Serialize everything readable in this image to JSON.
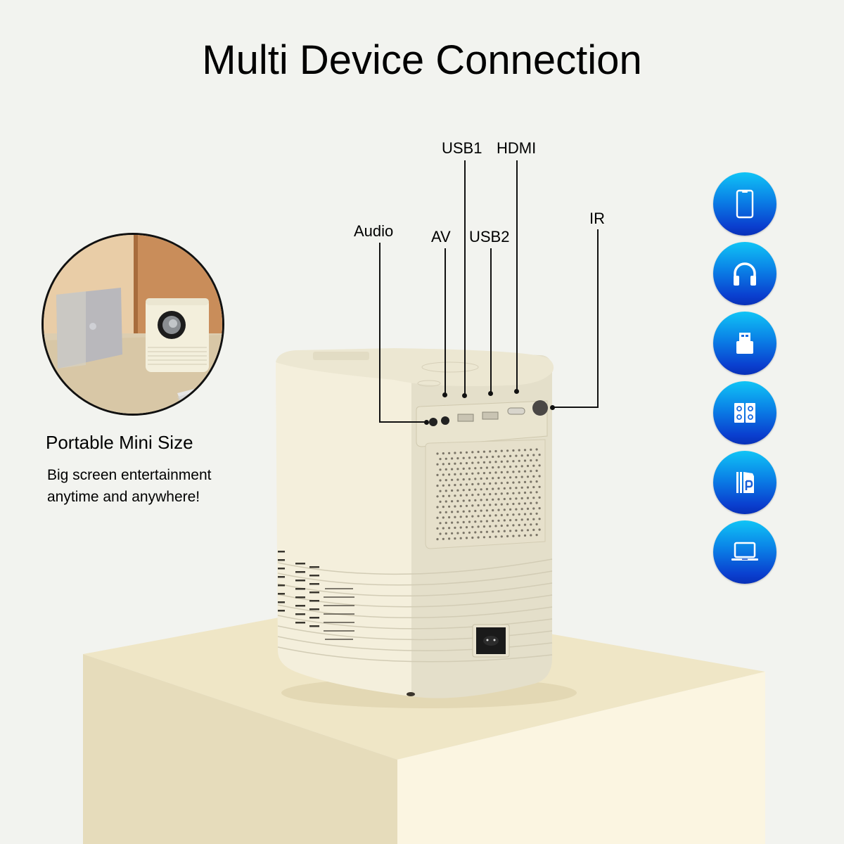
{
  "header": {
    "title": "Multi Device Connection"
  },
  "ports": {
    "labels": [
      {
        "id": "audio",
        "label": "Audio"
      },
      {
        "id": "av",
        "label": "AV"
      },
      {
        "id": "usb1",
        "label": "USB1"
      },
      {
        "id": "usb2",
        "label": "USB2"
      },
      {
        "id": "hdmi",
        "label": "HDMI"
      },
      {
        "id": "ir",
        "label": "IR"
      }
    ]
  },
  "inset": {
    "title": "Portable Mini Size",
    "description_line1": "Big screen entertainment",
    "description_line2": "anytime and anywhere!"
  },
  "device_icons": [
    {
      "name": "smartphone-icon"
    },
    {
      "name": "headphones-icon"
    },
    {
      "name": "usb-drive-icon"
    },
    {
      "name": "speakers-icon"
    },
    {
      "name": "presentation-icon"
    },
    {
      "name": "laptop-icon"
    }
  ],
  "colors": {
    "background": "#f2f3ef",
    "icon_gradient_top": "#10c4f6",
    "icon_gradient_bottom": "#0830b8",
    "product_body": "#ede8d4",
    "pedestal_left": "#e6dcbb",
    "pedestal_right": "#fbf5e0",
    "pedestal_top": "#efe7c8"
  }
}
